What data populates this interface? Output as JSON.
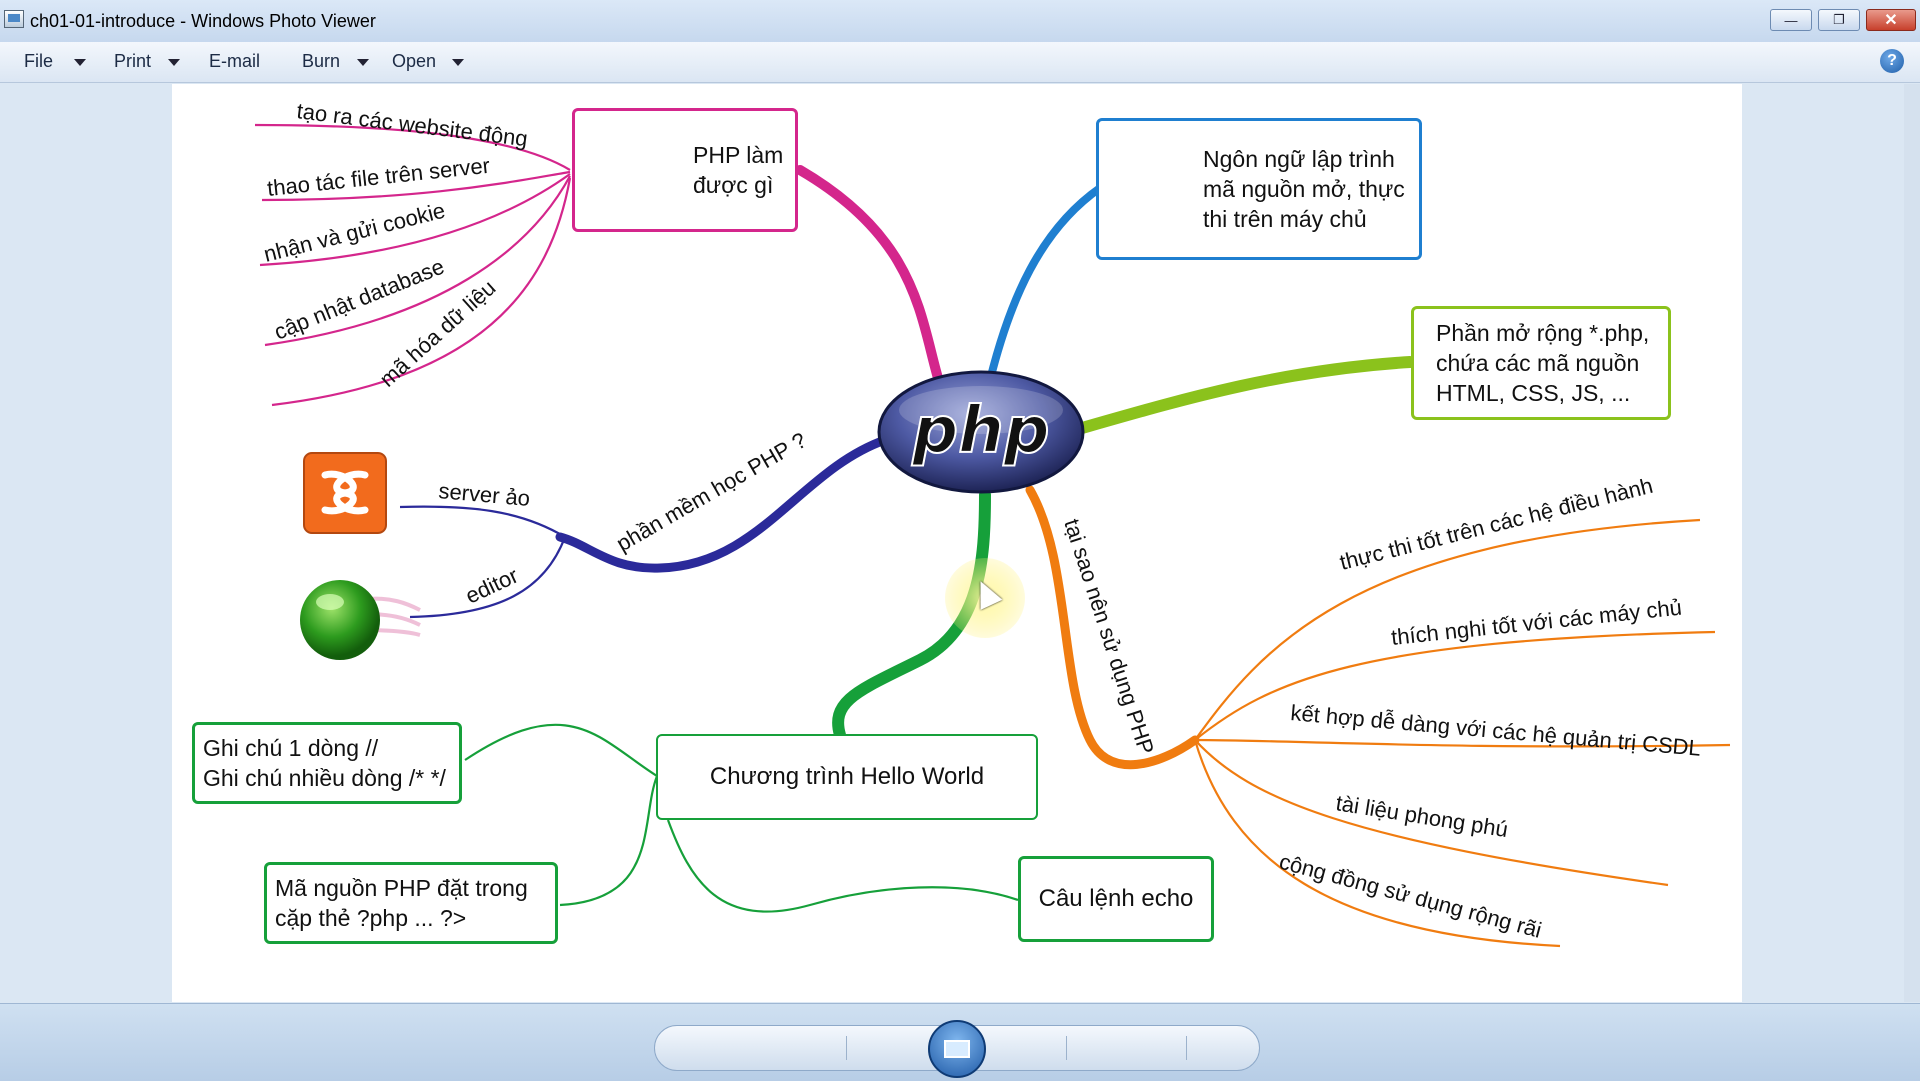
{
  "window": {
    "title": "ch01-01-introduce - Windows Photo Viewer"
  },
  "window_buttons": {
    "minimize": "—",
    "maximize": "❐",
    "close": "✕"
  },
  "menubar": {
    "items": [
      {
        "label": "File",
        "has_dropdown": true
      },
      {
        "label": "Print",
        "has_dropdown": true
      },
      {
        "label": "E-mail",
        "has_dropdown": false
      },
      {
        "label": "Burn",
        "has_dropdown": true
      },
      {
        "label": "Open",
        "has_dropdown": true
      }
    ],
    "help_icon": "?"
  },
  "mindmap": {
    "center": "php",
    "php_lam_duoc_gi": "PHP làm\nđược gì",
    "php_lam_children": [
      "tạo ra các website động",
      "thao tác file trên server",
      "nhận và gửi cookie",
      "cập nhật database",
      "mã hóa dữ liệu"
    ],
    "definition": "Ngôn ngữ lập trình\nmã nguồn mở, thực\nthi trên máy chủ",
    "extension": "Phần mở rộng *.php,\nchứa các mã nguồn\nHTML, CSS, JS, ...",
    "software_branch": "phần mềm học PHP ?",
    "software_children": [
      "server ảo",
      "editor"
    ],
    "why_branch": "tại sao nên sử dụng PHP",
    "why_children": [
      "thực thi tốt trên các hệ điều hành",
      "thích nghi tốt với các máy chủ",
      "kết hợp dễ dàng với các hệ quản trị CSDL",
      "tài liệu phong phú",
      "cộng đồng sử dụng rộng rãi"
    ],
    "hello_world": "Chương trình Hello World",
    "comment_box": "Ghi chú 1 dòng //\nGhi chú nhiều dòng /* */",
    "source_box": "Mã nguồn PHP đặt trong\ncặp thẻ ?php ... ?>",
    "echo_box": "Câu lệnh echo"
  },
  "colors": {
    "magenta": "#d4268c",
    "blue": "#1f7fd0",
    "green_light": "#8bc21c",
    "navy": "#2b2a9a",
    "orange": "#f07c10",
    "green": "#16a03a"
  },
  "toolbar": {
    "buttons": [
      "zoom-icon",
      "actual-size-icon",
      "previous-icon",
      "slideshow-icon",
      "next-icon",
      "rotate-counterclockwise-icon",
      "rotate-clockwise-icon",
      "delete-icon"
    ]
  }
}
